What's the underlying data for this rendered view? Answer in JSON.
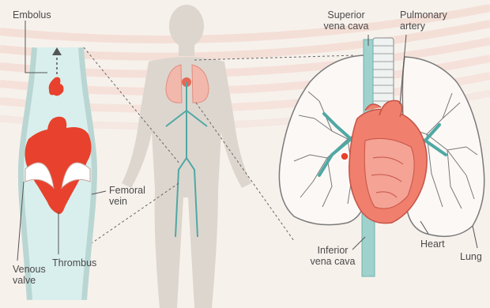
{
  "labels": {
    "embolus": "Embolus",
    "femoral_vein": [
      "Femoral",
      "vein"
    ],
    "thrombus": "Thrombus",
    "venous_valve": [
      "Venous",
      "valve"
    ],
    "superior_vena_cava": [
      "Superior",
      "vena cava"
    ],
    "pulmonary_artery": [
      "Pulmonary",
      "artery"
    ],
    "inferior_vena_cava": [
      "Inferior",
      "vena cava"
    ],
    "heart": "Heart",
    "lung": "Lung"
  },
  "colors": {
    "background": "#f7f1ec",
    "stripe": "#f3cfc6",
    "clot": "#e8412d",
    "vessel_fill": "#cfe9e7",
    "vessel_wall": "#b9d6d3",
    "venous_path": "#4fa8a3",
    "body": "#ddd6cf",
    "heart_fill": "#f07f6d",
    "lung_stroke": "#7a7a7a",
    "leader_line": "#555555"
  }
}
